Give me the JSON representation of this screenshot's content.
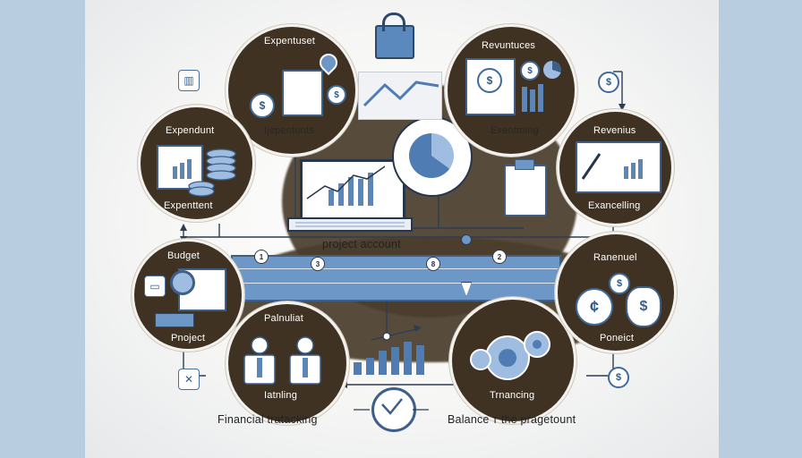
{
  "nodes": {
    "expense_top": "Expentuset",
    "revenue_top": "Revuntuces",
    "expend_left": "Expendunt",
    "expend_left_sub": "Expenttent",
    "expend_center_sub": "Ijepentunts",
    "revenue_center_sub": "Exentming",
    "revenue_right": "Revenius",
    "revenue_right_sub": "Exancelling",
    "budget": "Budget",
    "project_left": "Pnoject",
    "personal": "Palnuliat",
    "personal_sub": "Iatnling",
    "financing": "Trnancing",
    "revenue_lower": "Ranenuel",
    "project_right": "Poneict"
  },
  "center": {
    "account_label": "project account"
  },
  "timeline_markers": [
    "1",
    "3",
    "8",
    "2"
  ],
  "footer": {
    "left_caption": "Financial tratacking",
    "right_caption": "Balance ᴛ the pragetount"
  },
  "icons": {
    "dollar": "$",
    "cent": "¢"
  }
}
